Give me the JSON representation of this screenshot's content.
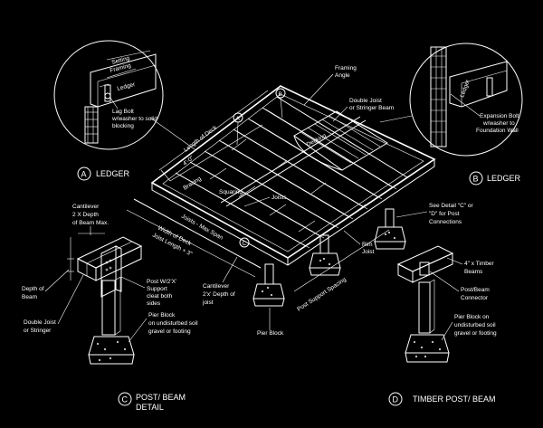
{
  "colors": {
    "background": "#000000",
    "linework": "#ffffff"
  },
  "labels": {
    "framing_angle_1": "Framing",
    "framing_angle_2": "Angle",
    "double_joist_1": "Double Joist",
    "double_joist_2": "or Stringer Beam",
    "length_of_deck": "Length of Deck",
    "decking": "Decking",
    "four_foot": "4'-0\"",
    "bracing": "Bracing",
    "squaring": "Squaring",
    "joists": "Joists",
    "joists_max_span": "Joists - Max Span",
    "width_of_deck": "Width of Deck",
    "joist_length": "Joist Length + 3\"",
    "see_detail_1": "See Detail \"C\" or",
    "see_detail_2": "\"D\" for Post",
    "see_detail_3": "Connections",
    "rim_joist_1": "Rim",
    "rim_joist_2": "Joist",
    "post_support_spacing": "Post Support Spacing",
    "pier_block": "Pier Block",
    "cantilever_a_1": "Cantilever",
    "cantilever_a_2": "2 X Depth",
    "cantilever_a_3": "of Beam Max.",
    "depth_of_beam_1": "Depth of",
    "depth_of_beam_2": "Beam",
    "post_w2x_1": "Post W/2'X'",
    "post_w2x_2": "Support",
    "post_w2x_3": "cleat both",
    "post_w2x_4": "sides",
    "double_joist_c_1": "Double Joist",
    "double_joist_c_2": "or Stringer",
    "pier_on_soil_1": "Pier Block",
    "pier_on_soil_2": "on undisturbed soil",
    "pier_on_soil_3": "gravel or footing",
    "cantilever_b_1": "Cantilever",
    "cantilever_b_2": "2'x' Depth of",
    "cantilever_b_3": "joist",
    "timber_beams_1": "4\" x Timber",
    "timber_beams_2": "Beams",
    "post_beam_conn_1": "Post/Beam",
    "post_beam_conn_2": "Connector",
    "pier_d_1": "Pier Block on",
    "pier_d_2": "undisturbed soil",
    "pier_d_3": "gravel or footing",
    "ledger_a_setting": "Setting",
    "ledger_a_framing": "Framing",
    "ledger_a_ledger": "Ledger",
    "lag_bolt_1": "Lag Bolt",
    "lag_bolt_2": "w/washer to solid",
    "lag_bolt_3": "blocking",
    "ledger_b_ledger": "Ledger",
    "expansion_bolt_1": "Expansion Bolt",
    "expansion_bolt_2": "w/washer to",
    "expansion_bolt_3": "Foundation Wall",
    "marker_a": "A",
    "marker_b": "B",
    "marker_c": "C",
    "marker_d": "D",
    "title_a": "LEDGER",
    "title_b": "LEDGER",
    "title_c_1": "POST/ BEAM",
    "title_c_2": "DETAIL",
    "title_d": "TIMBER POST/ BEAM"
  }
}
